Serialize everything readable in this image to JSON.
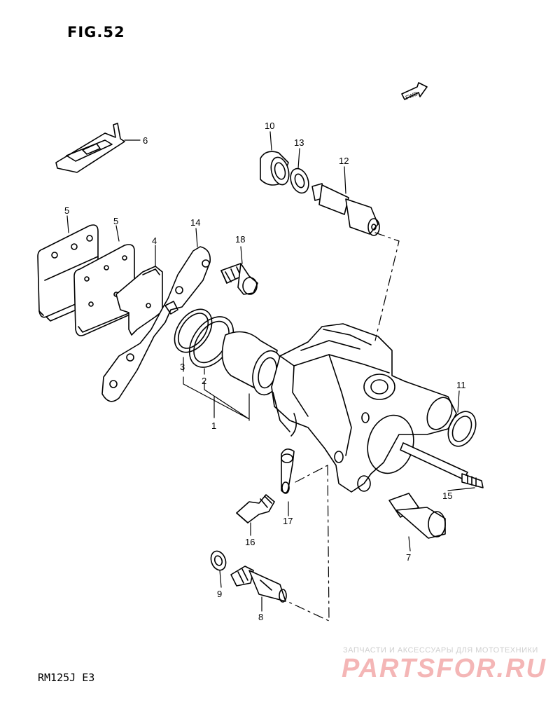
{
  "figure": {
    "title": "FIG.52",
    "model": "RM125J E3",
    "direction": "FWD"
  },
  "watermark": {
    "tagline": "ЗАПЧАСТИ И АКСЕССУАРЫ ДЛЯ МОТОТЕХНИКИ",
    "brand": "PARTSFOR.RU",
    "color": "#f4b6b6"
  },
  "labels": [
    "1",
    "2",
    "3",
    "4",
    "5",
    "5",
    "6",
    "7",
    "8",
    "9",
    "10",
    "11",
    "12",
    "13",
    "14",
    "15",
    "16",
    "17",
    "18"
  ]
}
